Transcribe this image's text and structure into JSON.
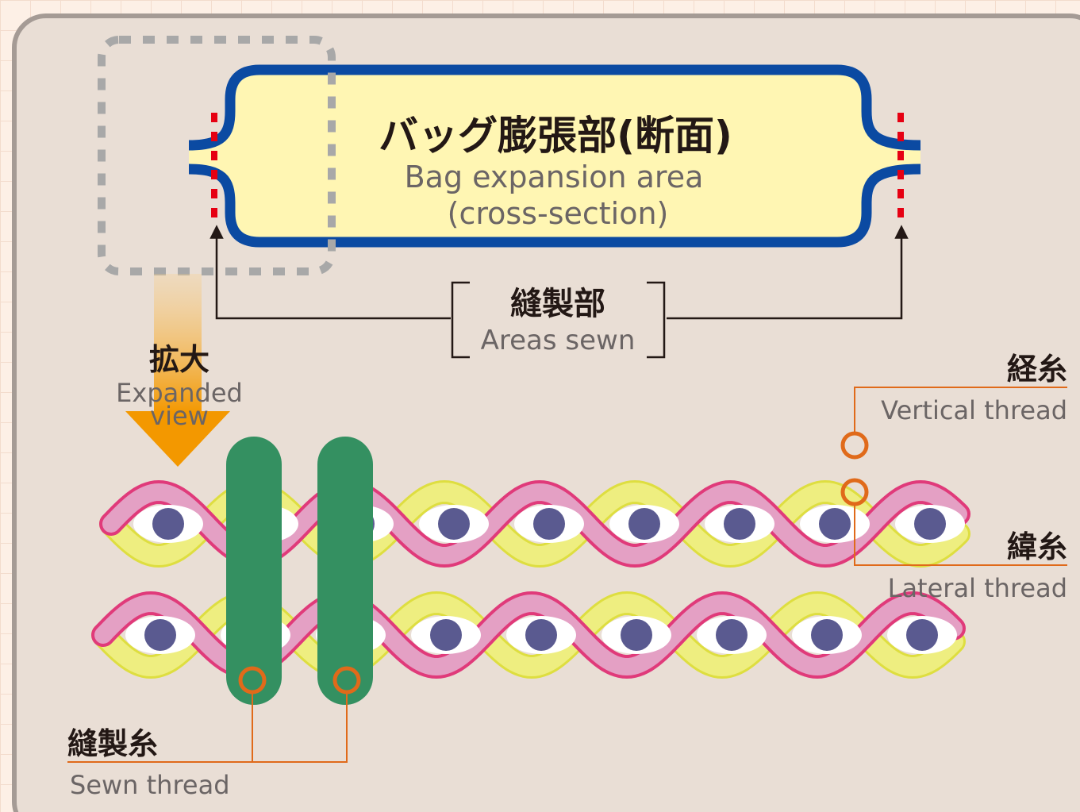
{
  "title": {
    "jp": "バッグ膨張部(断面)",
    "en_line1": "Bag expansion area",
    "en_line2": "(cross-section)"
  },
  "sewn_area": {
    "jp": "縫製部",
    "en": "Areas sewn"
  },
  "expanded": {
    "jp": "拡大",
    "en_line1": "Expanded",
    "en_line2": "view"
  },
  "vertical_thread": {
    "jp": "経糸",
    "en": "Vertical thread"
  },
  "lateral_thread": {
    "jp": "緯糸",
    "en": "Lateral thread"
  },
  "sewn_thread": {
    "jp": "縫製糸",
    "en": "Sewn thread"
  },
  "colors": {
    "panel_bg": "#e9ded5",
    "panel_border": "#a59b95",
    "bag_fill": "#fff6b3",
    "bag_outline": "#0b4aa2",
    "stitch": "#e60012",
    "guide_dashed": "#a8a8a8",
    "arrow_orange": "#f39800",
    "pink_thread": "#e4a0c4",
    "pink_edge": "#e03a7a",
    "yellow_thread": "#eeee80",
    "yellow_edge": "#dede40",
    "lateral_dot": "#5a5a90",
    "sewn_thread": "#349061",
    "callout": "#e06a1a"
  }
}
